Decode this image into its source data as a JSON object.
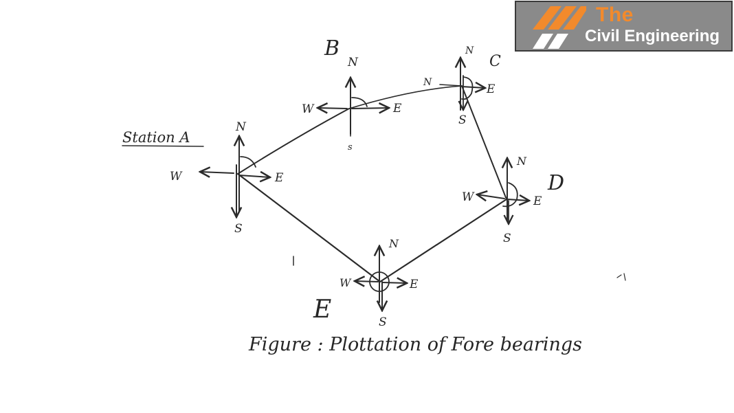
{
  "logo": {
    "line1": "The",
    "line2": "Civil Engineering",
    "accent_color": "#f28a2c",
    "background_color": "#8a8a8a"
  },
  "stations": [
    {
      "id": "A",
      "label": "Station A",
      "directions": {
        "N": "N",
        "E": "E",
        "S": "S",
        "W": "W"
      }
    },
    {
      "id": "B",
      "label": "B",
      "directions": {
        "N": "N",
        "E": "E",
        "S": "s",
        "W": "W"
      }
    },
    {
      "id": "C",
      "label": "C",
      "directions": {
        "N": "N",
        "E": "E",
        "S": "S",
        "W": "N"
      }
    },
    {
      "id": "D",
      "label": "D",
      "directions": {
        "N": "N",
        "E": "E",
        "S": "S",
        "W": "W"
      }
    },
    {
      "id": "E",
      "label": "E",
      "directions": {
        "N": "N",
        "E": "E",
        "S": "S",
        "W": "W"
      }
    }
  ],
  "traverse_lines": [
    "A-B",
    "B-C",
    "C-D",
    "D-E",
    "E-A"
  ],
  "caption": "Figure : Plottation of Fore bearings"
}
